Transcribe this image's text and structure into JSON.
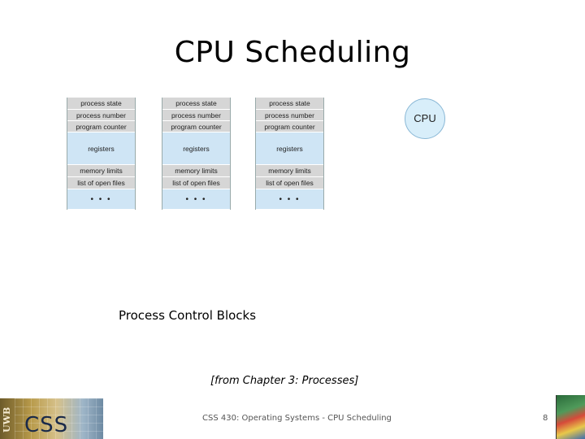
{
  "slide": {
    "title": "CPU Scheduling",
    "caption": "Process Control Blocks",
    "source": "[from Chapter 3: Processes]",
    "footer": "CSS 430: Operating Systems - CPU Scheduling",
    "page_number": "8"
  },
  "pcb": {
    "rows": [
      "process state",
      "process number",
      "program counter",
      "registers",
      "memory limits",
      "list of open files",
      "• • •"
    ]
  },
  "cpu": {
    "label": "CPU"
  },
  "logo": {
    "text": "CSS",
    "side_text": "UWB"
  },
  "colors": {
    "pcb_gray": "#d6d6d6",
    "pcb_blue": "#cfe5f5",
    "cpu_fill": "#d8eefa",
    "cpu_border": "#8ab8d6"
  }
}
